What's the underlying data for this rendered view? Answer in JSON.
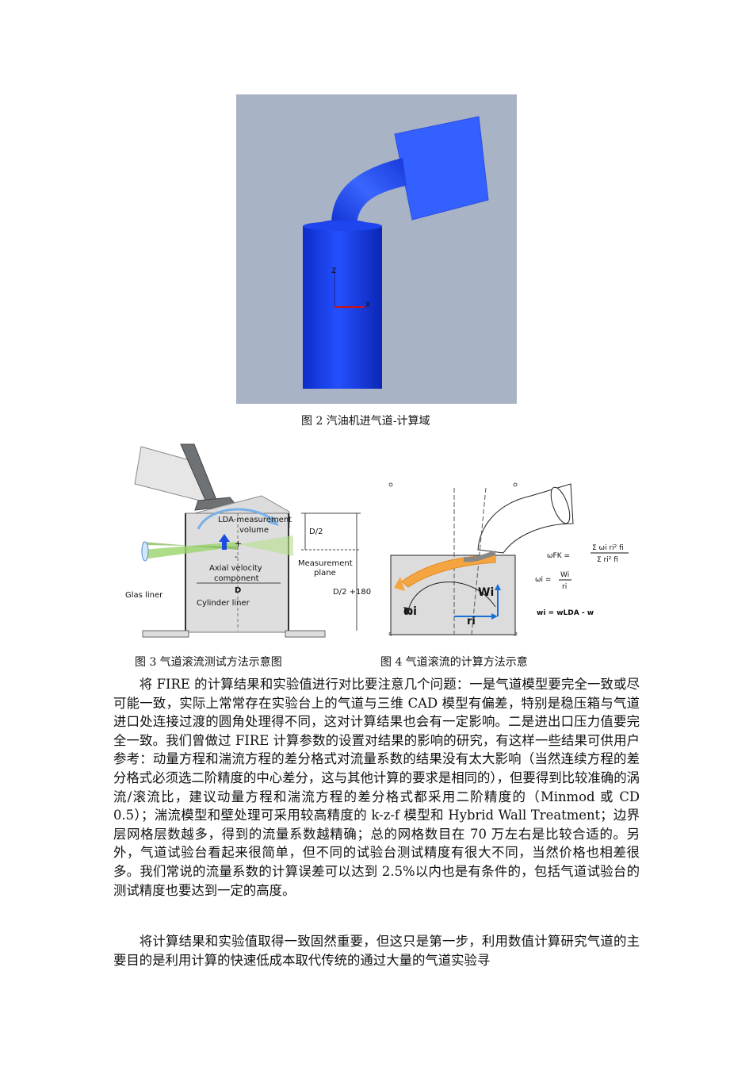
{
  "figure2": {
    "caption": "图 2  汽油机进气道-计算域",
    "axis_z": "Z",
    "axis_x": "X",
    "colors": {
      "background": "#a9b3c6",
      "body": "#1a3fe6",
      "box": "#3460ff"
    }
  },
  "figure3": {
    "caption": "图 3    气道滚流测试方法示意图",
    "labels": {
      "lda": "LDA-measurement",
      "volume": "volume",
      "d2": "D/2",
      "plus": "+",
      "minus": "-",
      "measurement": "Measurement",
      "plane": "plane",
      "axial": "Axial velocity",
      "component": "component",
      "d": "D",
      "d2_180": "D/2 +180",
      "glas": "Glas liner",
      "cylinder": "Cylinder liner"
    }
  },
  "figure4": {
    "caption": "图 4    气道滚流的计算方法示意",
    "labels": {
      "omega_fk": "ωFK =",
      "formula_num": "Σ ωi ri² fi",
      "formula_den": "Σ ri² fi",
      "omega_i_eq": "ωi =",
      "wi_frac": "Wi",
      "ri_frac": "ri",
      "wi_formula": "wi  =  wLDA - w",
      "wi": "Wi",
      "omega_i": "ωi",
      "ri": "ri"
    }
  },
  "paragraphs": [
    "将 FIRE 的计算结果和实验值进行对比要注意几个问题：一是气道模型要完全一致或尽可能一致，实际上常常存在实验台上的气道与三维 CAD 模型有偏差，特别是稳压箱与气道进口处连接过渡的圆角处理得不同，这对计算结果也会有一定影响。二是进出口压力值要完全一致。我们曾做过 FIRE 计算参数的设置对结果的影响的研究，有这样一些结果可供用户参考：动量方程和湍流方程的差分格式对流量系数的结果没有太大影响（当然连续方程的差分格式必须选二阶精度的中心差分，这与其他计算的要求是相同的），但要得到比较准确的涡流/滚流比，建议动量方程和湍流方程的差分格式都采用二阶精度的（Minmod 或 CD  0.5）；湍流模型和壁处理可采用较高精度的 k-z-f 模型和 Hybrid Wall Treatment；边界层网格层数越多，得到的流量系数越精确；总的网格数目在 70 万左右是比较合适的。另外，气道试验台看起来很简单，但不同的试验台测试精度有很大不同，当然价格也相差很多。我们常说的流量系数的计算误差可以达到  2.5%以内也是有条件的，包括气道试验台的测试精度也要达到一定的高度。",
    "将计算结果和实验值取得一致固然重要，但这只是第一步，利用数值计算研究气道的主要目的是利用计算的快速低成本取代传统的通过大量的气道实验寻"
  ]
}
